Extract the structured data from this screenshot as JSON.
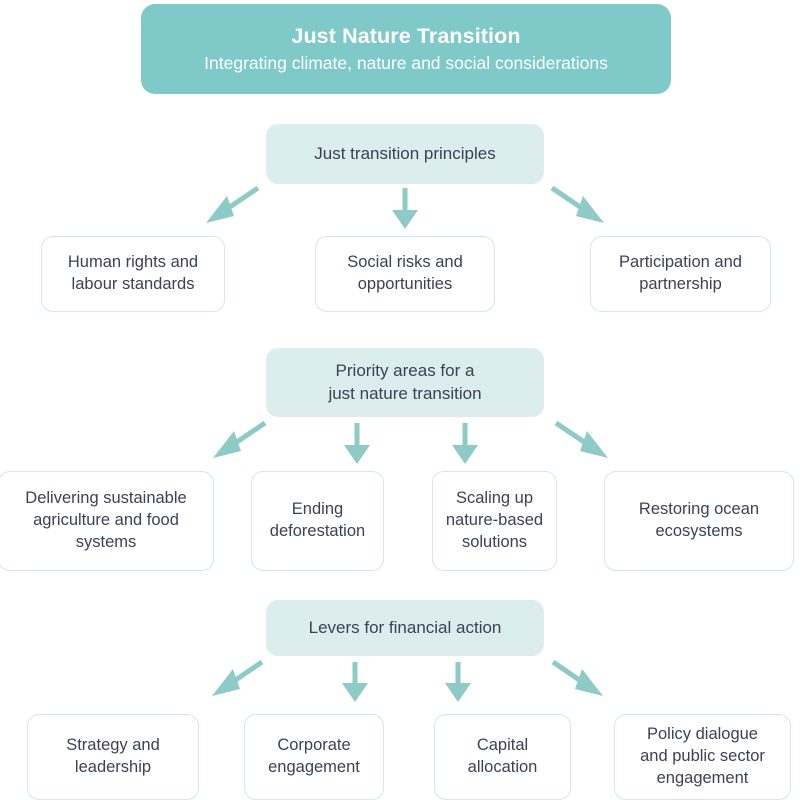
{
  "banner": {
    "title": "Just Nature Transition",
    "subtitle": "Integrating climate, nature and social considerations",
    "bg_color": "#7fc9c9",
    "text_color": "#ffffff"
  },
  "theme": {
    "section_head_bg": "#dceded",
    "node_bg": "#ffffff",
    "node_border": "#d2e9e6",
    "text_color": "#3d4157",
    "arrow_color": "#8ecac6",
    "page_bg": "#ffffff"
  },
  "sections": [
    {
      "id": "principles",
      "header": "Just transition principles",
      "nodes": [
        {
          "label": "Human rights and\nlabour standards"
        },
        {
          "label": "Social risks and\nopportunities"
        },
        {
          "label": "Participation and\npartnership"
        }
      ]
    },
    {
      "id": "priority",
      "header": "Priority areas for a\njust nature transition",
      "nodes": [
        {
          "label": "Delivering sustainable\nagriculture and food\nsystems"
        },
        {
          "label": "Ending\ndeforestation"
        },
        {
          "label": "Scaling up\nnature-based\nsolutions"
        },
        {
          "label": "Restoring ocean\necosystems"
        }
      ]
    },
    {
      "id": "levers",
      "header": "Levers for financial action",
      "nodes": [
        {
          "label": "Strategy and\nleadership"
        },
        {
          "label": "Corporate\nengagement"
        },
        {
          "label": "Capital\nallocation"
        },
        {
          "label": "Policy dialogue\nand public sector\nengagement"
        }
      ]
    }
  ],
  "arrows": {
    "group_principles": [
      {
        "name": "arrow-down-left",
        "direction": "down-left"
      },
      {
        "name": "arrow-down",
        "direction": "down"
      },
      {
        "name": "arrow-down-right",
        "direction": "down-right"
      }
    ],
    "group_priority": [
      {
        "name": "arrow-down-left",
        "direction": "down-left"
      },
      {
        "name": "arrow-down",
        "direction": "down"
      },
      {
        "name": "arrow-down",
        "direction": "down"
      },
      {
        "name": "arrow-down-right",
        "direction": "down-right"
      }
    ],
    "group_levers": [
      {
        "name": "arrow-down-left",
        "direction": "down-left"
      },
      {
        "name": "arrow-down",
        "direction": "down"
      },
      {
        "name": "arrow-down",
        "direction": "down"
      },
      {
        "name": "arrow-down-right",
        "direction": "down-right"
      }
    ]
  }
}
